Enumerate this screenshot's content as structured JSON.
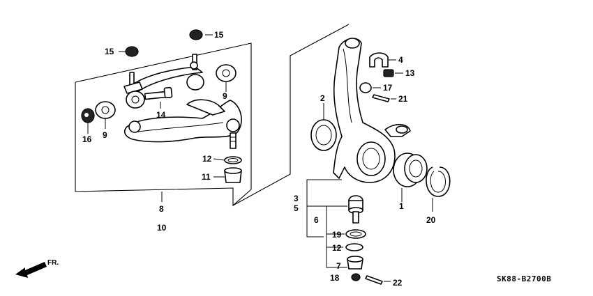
{
  "diagram_code": "SK88-B2700B",
  "direction_label": "FR.",
  "callouts": {
    "c1": "1",
    "c2": "2",
    "c3": "3",
    "c4": "4",
    "c5": "5",
    "c6": "6",
    "c7": "7",
    "c8": "8",
    "c9a": "9",
    "c9b": "9",
    "c10": "10",
    "c11": "11",
    "c12a": "12",
    "c12b": "12",
    "c13": "13",
    "c14": "14",
    "c15a": "15",
    "c15b": "15",
    "c16": "16",
    "c17": "17",
    "c18": "18",
    "c19": "19",
    "c20": "20",
    "c21": "21",
    "c22": "22"
  },
  "parts": {
    "upper_arm": "upper-control-arm-icon",
    "knuckle": "steering-knuckle-icon",
    "bearing": "hub-bearing-icon",
    "circlip": "snap-ring-icon",
    "seal": "dust-seal-icon",
    "ball_joint": "ball-joint-icon",
    "bushing": "bushing-icon",
    "nut": "flange-nut-icon",
    "bolt": "flange-bolt-icon",
    "cotter_pin": "cotter-pin-icon",
    "arrow": "front-direction-arrow-icon"
  }
}
